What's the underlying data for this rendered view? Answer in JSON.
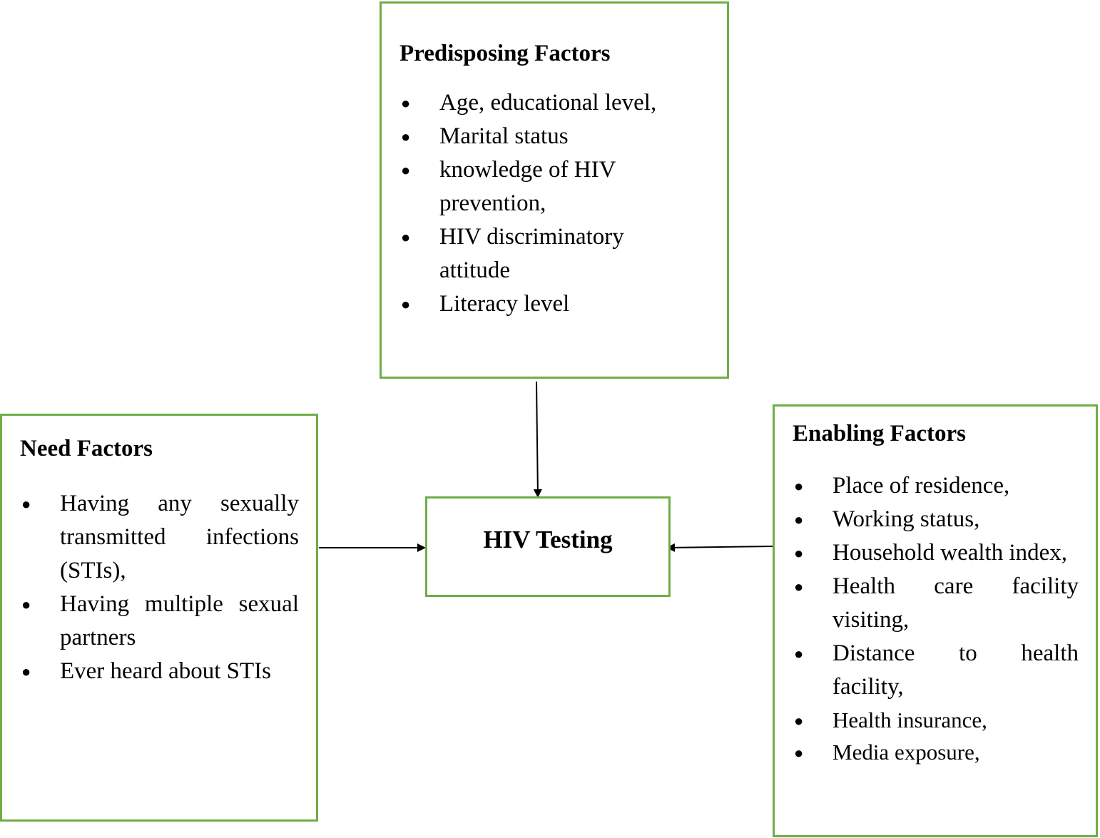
{
  "predisposing": {
    "title": "Predisposing Factors",
    "items": [
      "Age, educational level,",
      "Marital status",
      "knowledge of HIV prevention,",
      "HIV discriminatory attitude",
      "Literacy level"
    ]
  },
  "need": {
    "title": "Need Factors",
    "items": [
      "Having any sexually transmitted infections (STIs),",
      "Having multiple sexual partners",
      "Ever heard about STIs"
    ]
  },
  "enabling": {
    "title": "Enabling Factors",
    "items": [
      "Place of residence,",
      "Working status,",
      "Household wealth index,",
      "Health care facility visiting,",
      "Distance to health facility,",
      "Health insurance,",
      "Media exposure,"
    ]
  },
  "center": {
    "label": "HIV Testing"
  },
  "bullet_symbol": "●",
  "colors": {
    "box_border": "#70AD47",
    "arrow": "#000000"
  }
}
